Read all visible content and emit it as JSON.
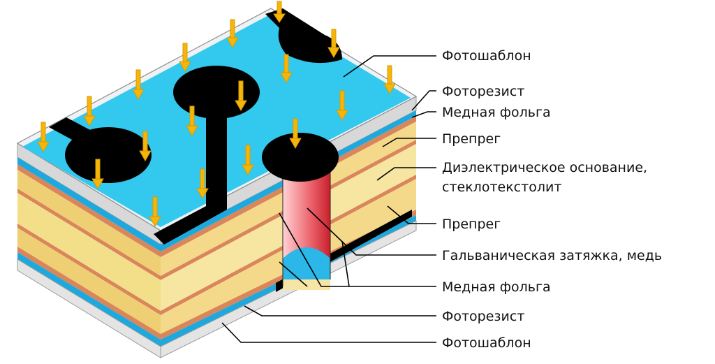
{
  "labels": {
    "photomask_top": "Фотошаблон",
    "photoresist_top": "Фоторезист",
    "copper_foil_top": "Медная фольга",
    "prepreg_top": "Препрег",
    "dielectric_line1": "Диэлектрическое основание,",
    "dielectric_line2": "стеклотекстолит",
    "prepreg_bottom": "Препрег",
    "plating": "Гальваническая затяжка, медь",
    "copper_foil_bottom": "Медная фольга",
    "photoresist_bottom": "Фоторезист",
    "photomask_bottom": "Фотошаблон"
  },
  "colors": {
    "photomask": "#e6e6e6",
    "photoresist": "#33c8ee",
    "copper": "#d9865a",
    "prepreg": "#f2d580",
    "dielectric": "#f7eaa8",
    "pattern": "#000000",
    "arrow": "#f5b50a",
    "plating": "#e0303a"
  },
  "icons": {
    "light": "down-arrow-icon",
    "pad": "circle-pad-icon"
  }
}
